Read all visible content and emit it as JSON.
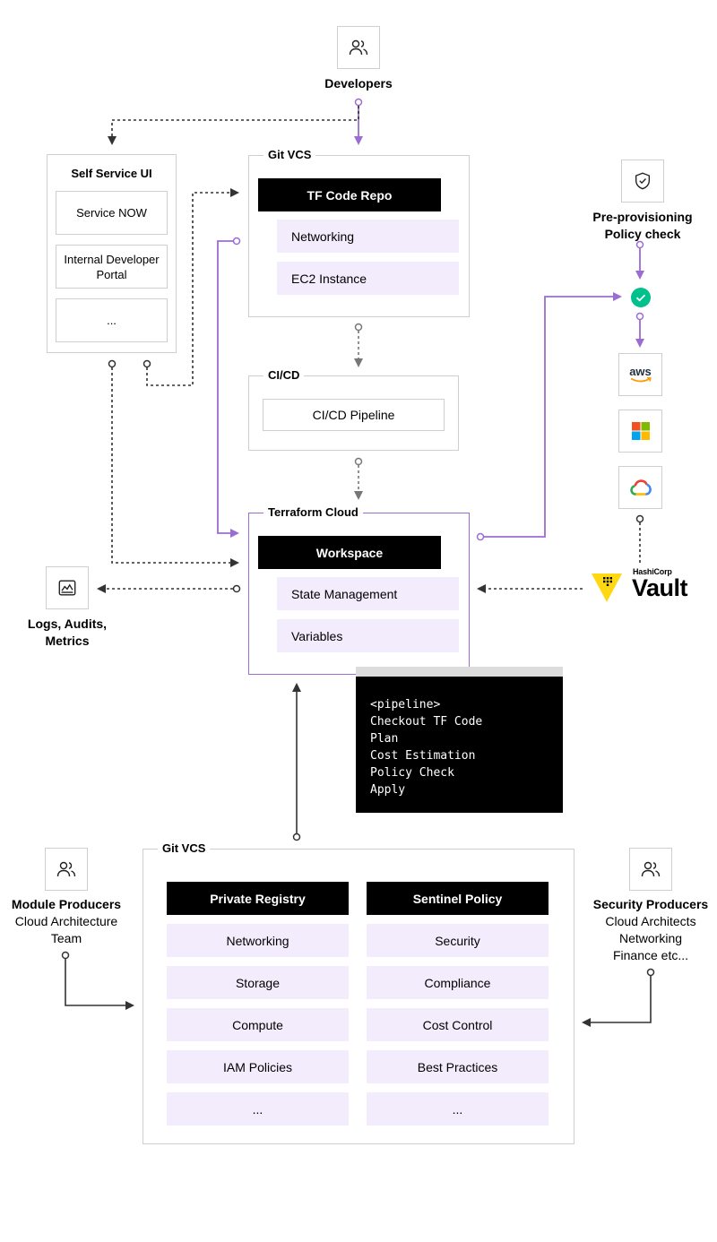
{
  "developers": {
    "label": "Developers",
    "icon": "users-icon"
  },
  "self_service": {
    "title": "Self Service UI",
    "items": [
      "Service NOW",
      "Internal Developer Portal",
      "..."
    ]
  },
  "git_vcs_top": {
    "title": "Git VCS",
    "repo": "TF Code Repo",
    "items": [
      "Networking",
      "EC2 Instance"
    ]
  },
  "cicd": {
    "title": "CI/CD",
    "pipeline": "CI/CD Pipeline"
  },
  "terraform_cloud": {
    "title": "Terraform Cloud",
    "workspace": "Workspace",
    "items": [
      "State Management",
      "Variables"
    ]
  },
  "policy_check": {
    "line1": "Pre-provisioning",
    "line2": "Policy check",
    "icon": "shield-check-icon"
  },
  "clouds": [
    "aws",
    "microsoft-logo",
    "google-cloud-logo"
  ],
  "aws_text": "aws",
  "vault": {
    "brand": "HashiCorp",
    "name": "Vault"
  },
  "logs": {
    "line1": "Logs, Audits,",
    "line2": "Metrics",
    "icon": "monitor-chart-icon"
  },
  "pipeline_code": [
    "<pipeline>",
    "Checkout TF Code",
    "Plan",
    "Cost Estimation",
    "Policy Check",
    "Apply"
  ],
  "git_vcs_bottom": {
    "title": "Git VCS",
    "registry": {
      "title": "Private Registry",
      "items": [
        "Networking",
        "Storage",
        "Compute",
        "IAM Policies",
        "..."
      ]
    },
    "sentinel": {
      "title": "Sentinel Policy",
      "items": [
        "Security",
        "Compliance",
        "Cost Control",
        "Best Practices",
        "..."
      ]
    }
  },
  "module_producers": {
    "title": "Module Producers",
    "line1": "Cloud Architecture",
    "line2": "Team"
  },
  "security_producers": {
    "title": "Security Producers",
    "line1": "Cloud Architects",
    "line2": "Networking",
    "line3": "Finance etc..."
  },
  "colors": {
    "purple": "#9b6cd2",
    "lavender": "#f3ecfc",
    "black": "#000000",
    "gray_border": "#cfcfcf",
    "check_green": "#00c08b"
  }
}
